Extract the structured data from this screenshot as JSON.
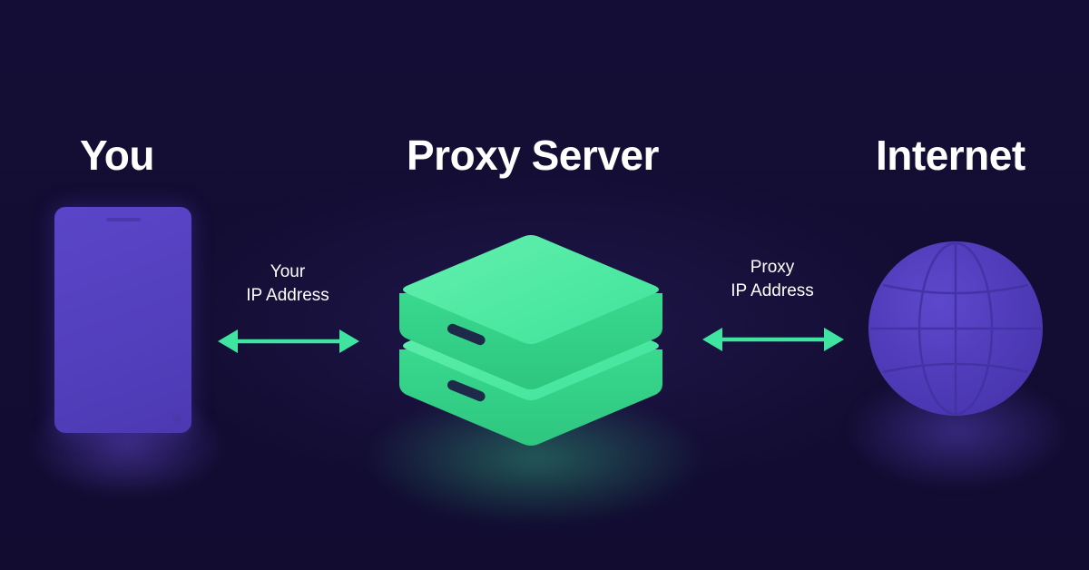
{
  "nodes": {
    "you": {
      "title": "You",
      "icon": "smartphone-icon"
    },
    "proxy": {
      "title": "Proxy Server",
      "icon": "server-stack-icon"
    },
    "internet": {
      "title": "Internet",
      "icon": "globe-icon"
    }
  },
  "connections": {
    "you_to_proxy": {
      "line1": "Your",
      "line2": "IP Address",
      "icon": "double-arrow-icon"
    },
    "proxy_to_internet": {
      "line1": "Proxy",
      "line2": "IP Address",
      "icon": "double-arrow-icon"
    }
  },
  "colors": {
    "background": "#130d33",
    "device_purple": "#5a45c8",
    "server_green": "#3ee79a",
    "arrow_green": "#3fe4a0",
    "text": "#ffffff"
  }
}
